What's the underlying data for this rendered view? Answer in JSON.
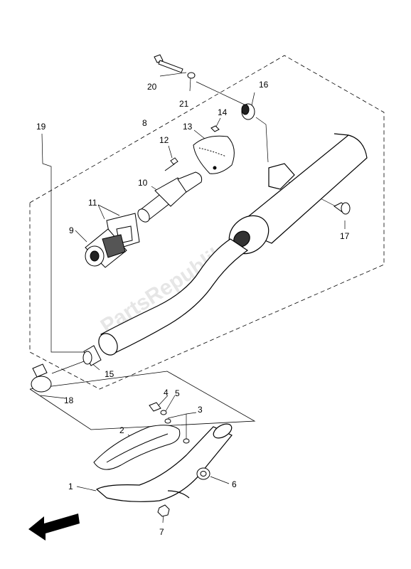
{
  "parts": [
    {
      "id": "p1",
      "label": "1"
    },
    {
      "id": "p2",
      "label": "2"
    },
    {
      "id": "p3",
      "label": "3"
    },
    {
      "id": "p4",
      "label": "4"
    },
    {
      "id": "p5",
      "label": "5"
    },
    {
      "id": "p6",
      "label": "6"
    },
    {
      "id": "p7",
      "label": "7"
    },
    {
      "id": "p8",
      "label": "8"
    },
    {
      "id": "p9",
      "label": "9"
    },
    {
      "id": "p10",
      "label": "10"
    },
    {
      "id": "p11",
      "label": "11"
    },
    {
      "id": "p12",
      "label": "12"
    },
    {
      "id": "p13",
      "label": "13"
    },
    {
      "id": "p14",
      "label": "14"
    },
    {
      "id": "p15",
      "label": "15"
    },
    {
      "id": "p16",
      "label": "16"
    },
    {
      "id": "p17",
      "label": "17"
    },
    {
      "id": "p18",
      "label": "18"
    },
    {
      "id": "p19",
      "label": "19"
    },
    {
      "id": "p20",
      "label": "20"
    },
    {
      "id": "p21",
      "label": "21"
    }
  ],
  "watermark": "PartsRepublik",
  "colors": {
    "line": "#000000",
    "watermark": "#e4e4e4"
  }
}
